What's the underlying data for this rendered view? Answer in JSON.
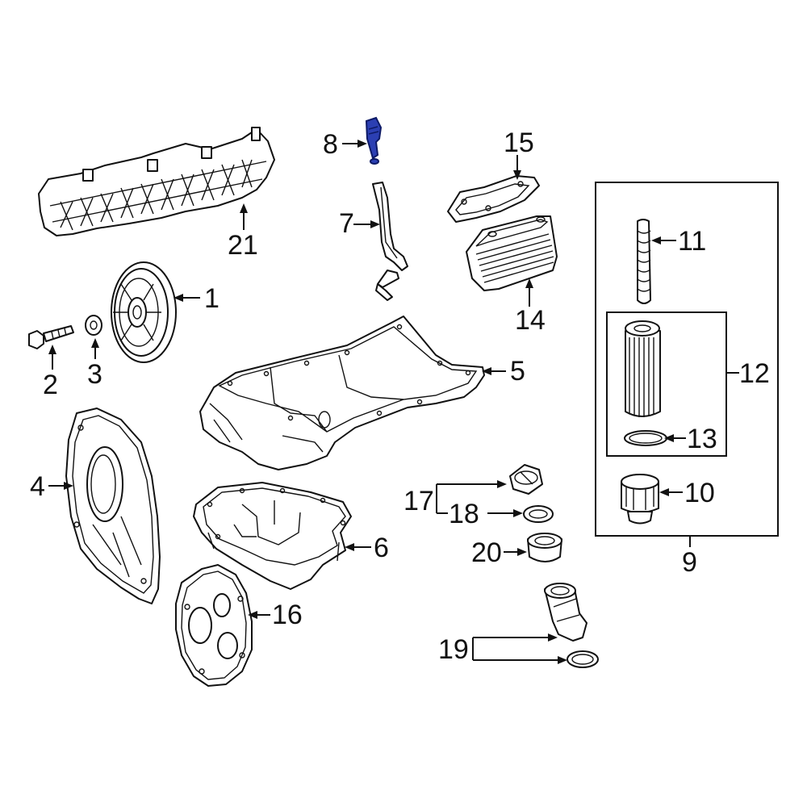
{
  "diagram": {
    "callouts": [
      {
        "id": "1",
        "label": "1"
      },
      {
        "id": "2",
        "label": "2"
      },
      {
        "id": "3",
        "label": "3"
      },
      {
        "id": "4",
        "label": "4"
      },
      {
        "id": "5",
        "label": "5"
      },
      {
        "id": "6",
        "label": "6"
      },
      {
        "id": "7",
        "label": "7"
      },
      {
        "id": "8",
        "label": "8"
      },
      {
        "id": "9",
        "label": "9"
      },
      {
        "id": "10",
        "label": "10"
      },
      {
        "id": "11",
        "label": "11"
      },
      {
        "id": "12",
        "label": "12"
      },
      {
        "id": "13",
        "label": "13"
      },
      {
        "id": "14",
        "label": "14"
      },
      {
        "id": "15",
        "label": "15"
      },
      {
        "id": "16",
        "label": "16"
      },
      {
        "id": "17",
        "label": "17"
      },
      {
        "id": "18",
        "label": "18"
      },
      {
        "id": "19",
        "label": "19"
      },
      {
        "id": "20",
        "label": "20"
      },
      {
        "id": "21",
        "label": "21"
      }
    ],
    "highlighted_part": "8",
    "colors": {
      "line": "#111111",
      "highlight": "#2b3fb3",
      "background": "#ffffff"
    }
  }
}
